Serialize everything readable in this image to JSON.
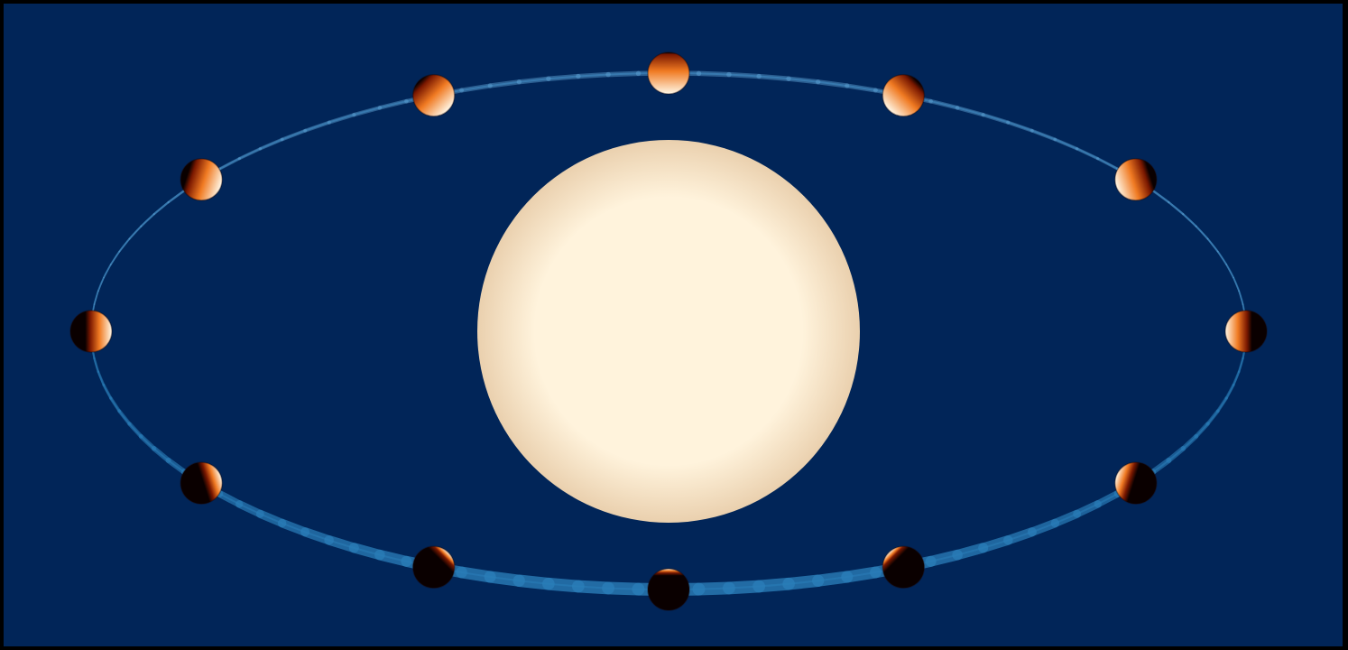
{
  "diagram": {
    "colors": {
      "frame": "#000000",
      "background": "#012558",
      "orbit": "#2a7db8",
      "star_center": "#fff3dc",
      "star_edge": "#ead0ae",
      "planet_hot": "#fff8e8",
      "planet_warm": "#f07a22",
      "planet_cool": "#7a1800",
      "planet_night": "#0a0000"
    },
    "star": {
      "name": "star"
    },
    "orbit": {
      "name": "orbit-path"
    },
    "planet_phases": [
      {
        "name": "planet-phase-1",
        "angle_deg": 90,
        "illuminated_fraction": 1.0
      },
      {
        "name": "planet-phase-2",
        "angle_deg": 66,
        "illuminated_fraction": 0.9
      },
      {
        "name": "planet-phase-3",
        "angle_deg": 36,
        "illuminated_fraction": 0.78
      },
      {
        "name": "planet-phase-4",
        "angle_deg": 0,
        "illuminated_fraction": 0.55
      },
      {
        "name": "planet-phase-5",
        "angle_deg": -36,
        "illuminated_fraction": 0.35
      },
      {
        "name": "planet-phase-6",
        "angle_deg": -66,
        "illuminated_fraction": 0.15
      },
      {
        "name": "planet-phase-7",
        "angle_deg": -90,
        "illuminated_fraction": 0.05
      },
      {
        "name": "planet-phase-8",
        "angle_deg": -114,
        "illuminated_fraction": 0.15
      },
      {
        "name": "planet-phase-9",
        "angle_deg": -144,
        "illuminated_fraction": 0.35
      },
      {
        "name": "planet-phase-10",
        "angle_deg": 180,
        "illuminated_fraction": 0.55
      },
      {
        "name": "planet-phase-11",
        "angle_deg": 144,
        "illuminated_fraction": 0.78
      },
      {
        "name": "planet-phase-12",
        "angle_deg": 114,
        "illuminated_fraction": 0.9
      }
    ]
  }
}
